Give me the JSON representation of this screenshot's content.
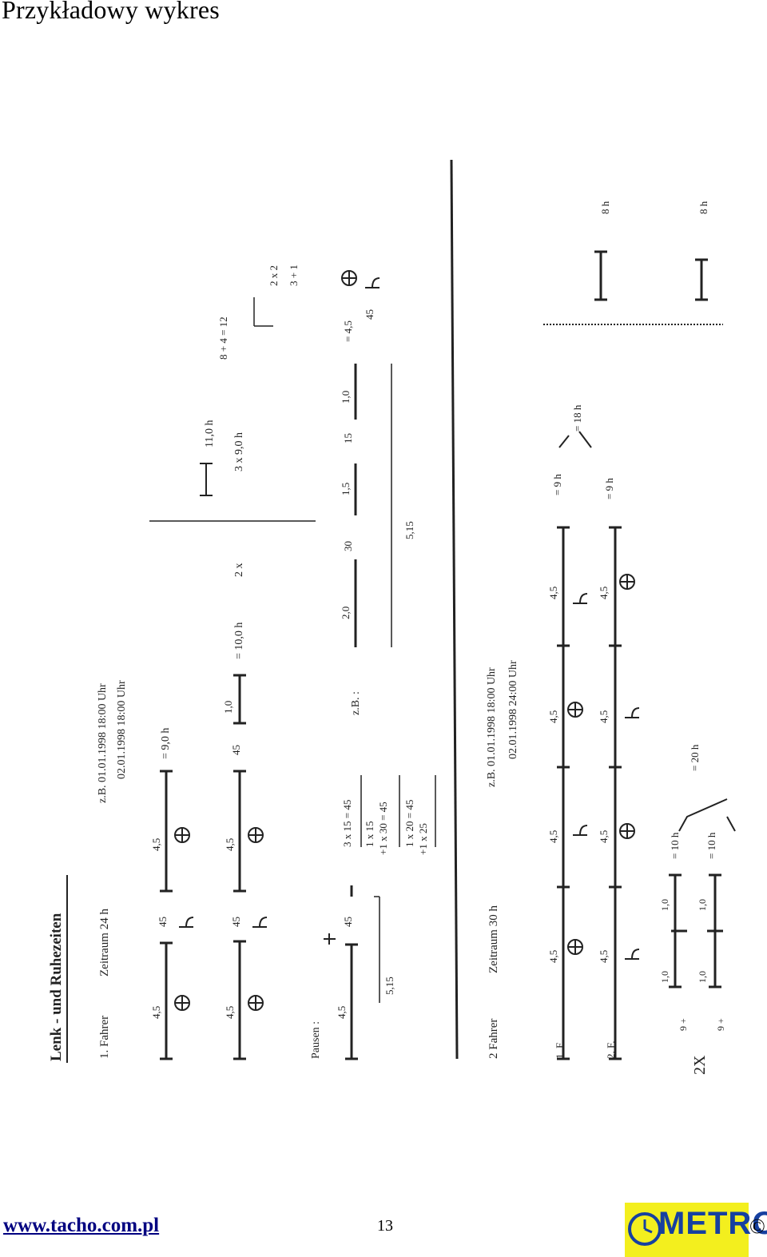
{
  "page": {
    "title": "Przykładowy wykres"
  },
  "doc": {
    "heading": "Lenk - und Ruhezeiten",
    "fahrer1": {
      "label": "1. Fahrer",
      "zeitraum": "Zeitraum 24 h",
      "zb1": "z.B. 01.01.1998   18:00 Uhr",
      "zb2": "02.01.1998   18:00 Uhr",
      "row1": {
        "b1": "4,5",
        "b2": "45",
        "b3": "4,5",
        "total": "= 9,0 h"
      },
      "row2": {
        "b1": "4,5",
        "b2": "45",
        "b3": "4,5",
        "b4": "45",
        "b5": "1,0",
        "total": "= 10,0 h",
        "mult": "2 x"
      },
      "side": {
        "t1": "11,0 h",
        "t2": "3 x   9,0 h",
        "t3": "8 + 4 = 12",
        "t4": "2 x 2",
        "t5": "3 + 1"
      }
    },
    "pausen": {
      "label": "Pausen :",
      "b1": "4,5",
      "b2": "45",
      "sum": "5,15",
      "calc1": "3 x 15 = 45",
      "calc2": "1 x 15",
      "calc3": "+1 x 30   = 45",
      "calc4": "1 x 20   = 45",
      "calc5": "+1 x 25",
      "zb": "z.B. :",
      "s1": "2,0",
      "s2": "30",
      "s3": "1,5",
      "s4": "15",
      "s5": "1,0",
      "sum2": "5,15",
      "eq": "= 4,5",
      "eq2": "45"
    },
    "fahrer2": {
      "label": "2 Fahrer",
      "zeitraum": "Zeitraum 30 h",
      "zb1": "z.B. 01.01.1998   18:00 Uhr",
      "zb2": "02.01.1998   24:00 Uhr",
      "f1": "1. F.",
      "f2": "2. F.",
      "v": "4,5",
      "res1": "= 9 h",
      "res2": "= 9 h",
      "res3": "= 18 h",
      "eight1": "8 h",
      "eight2": "8 h",
      "b1": "1,0",
      "b2": "1,0",
      "b3": "1,0",
      "b4": "1,0",
      "r1": "= 10 h",
      "r2": "= 10 h",
      "r3": "= 20 h",
      "n1": "9 +",
      "n2": "9 +",
      "n3": "2X"
    }
  },
  "footer": {
    "link": "www.tacho.com.pl",
    "page_number": "13",
    "logo": "METRO",
    "copyright": "©",
    "colors": {
      "link": "#000080",
      "logo_bg": "#f3ef1e",
      "logo_text": "#1640a0"
    }
  }
}
